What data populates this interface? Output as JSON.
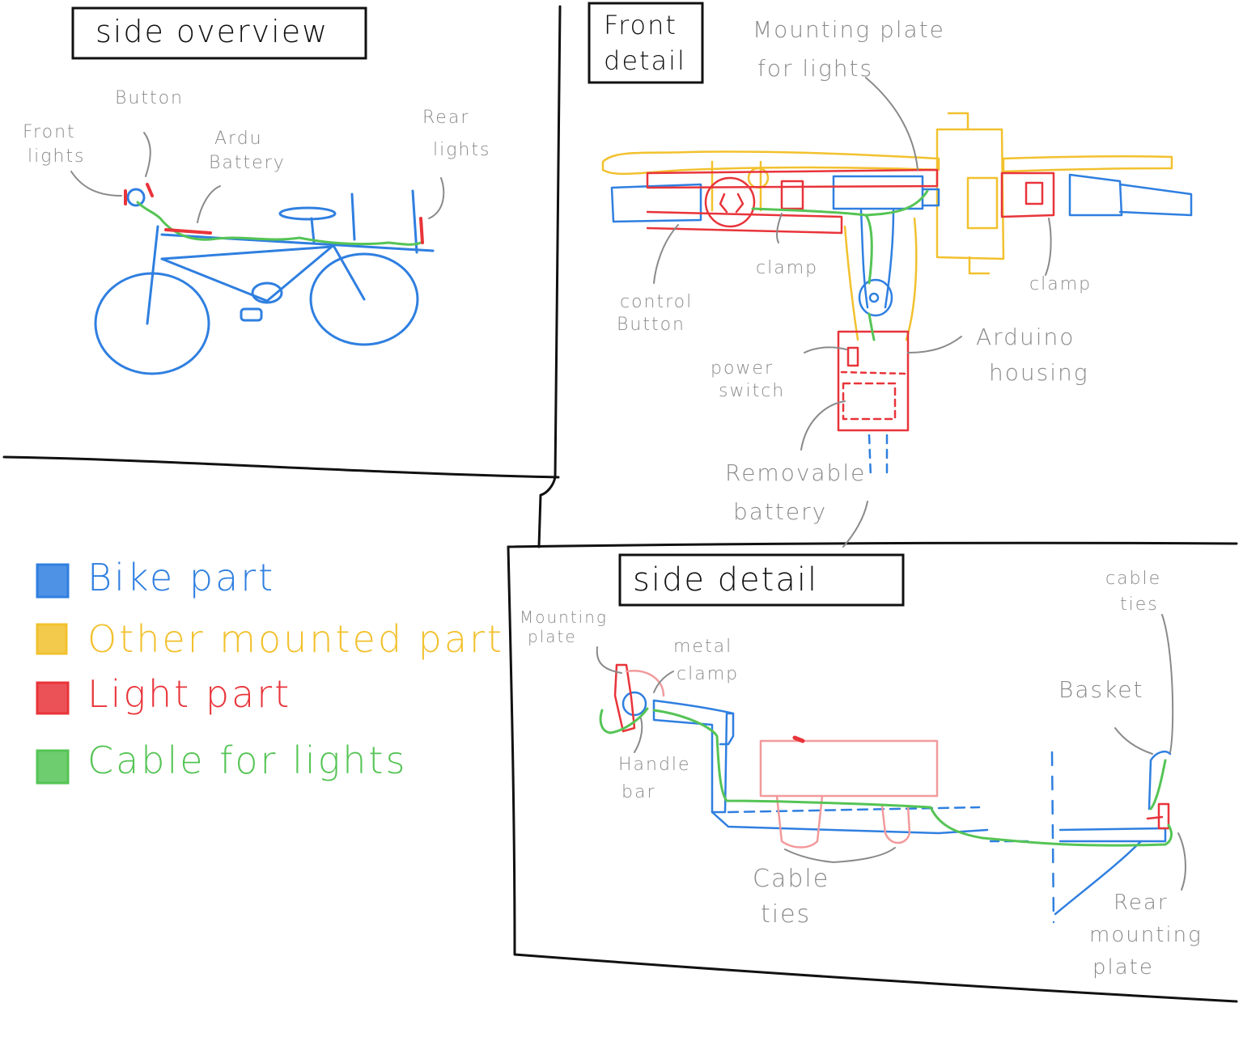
{
  "colors": {
    "bike": "#2f7fe0",
    "mounted": "#f2c12e",
    "light": "#e8343a",
    "cable": "#55c455",
    "annotation": "#8a8a8a",
    "frame": "#111111"
  },
  "panels": {
    "side_overview": {
      "title": "side overview",
      "labels": {
        "button": "Button",
        "front_lights_1": "Front",
        "front_lights_2": "lights",
        "ardu_1": "Ardu",
        "ardu_2": "Battery",
        "rear_1": "Rear",
        "rear_2": "lights"
      }
    },
    "front_detail": {
      "title_1": "Front",
      "title_2": "detail",
      "labels": {
        "mounting_1": "Mounting plate",
        "mounting_2": "for lights",
        "control_1": "control",
        "control_2": "Button",
        "clamp_left": "clamp",
        "clamp_right": "clamp",
        "arduino_1": "Arduino",
        "arduino_2": "housing",
        "power_1": "power",
        "power_2": "switch",
        "battery_1": "Removable",
        "battery_2": "battery"
      }
    },
    "side_detail": {
      "title": "side detail",
      "labels": {
        "mounting_1": "Mounting",
        "mounting_2": "plate",
        "metal_1": "metal",
        "metal_2": "clamp",
        "handle_1": "Handle",
        "handle_2": "bar",
        "cable_ties_top_1": "cable",
        "cable_ties_top_2": "ties",
        "basket": "Basket",
        "cable_ties_bottom_1": "Cable",
        "cable_ties_bottom_2": "ties",
        "rear_1": "Rear",
        "rear_2": "mounting",
        "rear_3": "plate"
      }
    }
  },
  "legend": {
    "items": [
      {
        "label": "Bike part",
        "color": "#2f7fe0"
      },
      {
        "label": "Other mounted part",
        "color": "#f2c12e"
      },
      {
        "label": "Light part",
        "color": "#e8343a"
      },
      {
        "label": "Cable for lights",
        "color": "#55c455"
      }
    ]
  }
}
